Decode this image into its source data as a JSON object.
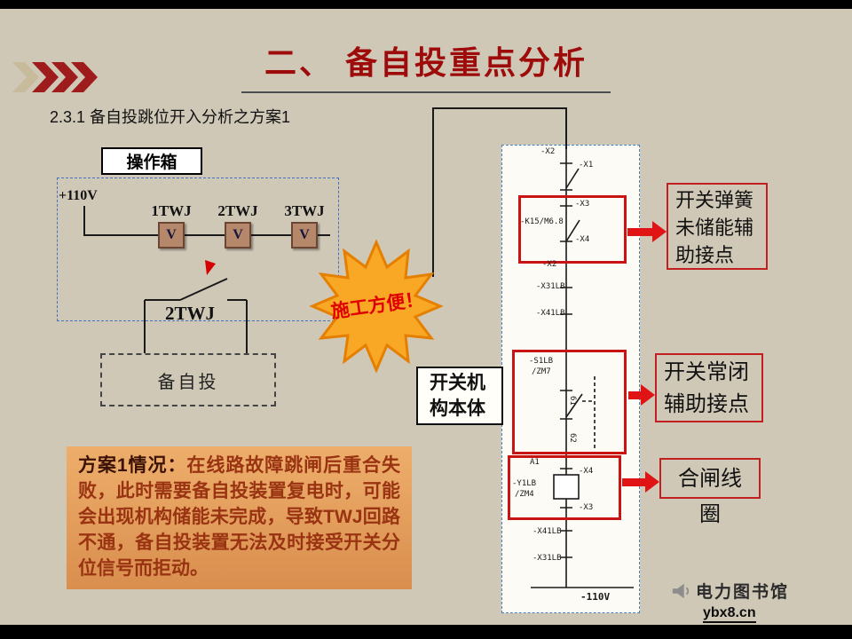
{
  "slide": {
    "title": "二、 备自投重点分析",
    "subtitle": "2.3.1  备自投跳位开入分析之方案1"
  },
  "left_diagram": {
    "box_label": "操作箱",
    "voltage": "+110V",
    "relays": [
      {
        "name": "1TWJ",
        "symbol": "V"
      },
      {
        "name": "2TWJ",
        "symbol": "V"
      },
      {
        "name": "3TWJ",
        "symbol": "V"
      }
    ],
    "switch_label": "2TWJ",
    "backup_label": "备自投"
  },
  "starburst": {
    "text": "施工方便！"
  },
  "mechanism": {
    "label": "开关机构本体"
  },
  "circuit": {
    "labels": [
      "-X2",
      "-X1",
      "-X3",
      "-K15/M6.8",
      "-X4",
      "-X2",
      "-X31LB",
      "-X41LB",
      "-S1LB",
      "/ZM7",
      "61",
      "62",
      "A1",
      "-Y1LB",
      "/ZM4",
      "-X4",
      "-X3",
      "-X41LB",
      "-X31LB"
    ],
    "bottom_label": "-110V"
  },
  "callouts": [
    {
      "text": "开关弹簧未储能辅助接点"
    },
    {
      "text": "开关常闭辅助接点"
    },
    {
      "text": "合闸线圈"
    }
  ],
  "note": {
    "title": "方案1情况：",
    "body": "在线路故障跳闸后重合失败，此时需要备自投装置复电时，可能会出现机构储能未完成，导致TWJ回路不通，备自投装置无法及时接受开关分位信号而拒动。"
  },
  "footer": {
    "brand": "电力图书馆",
    "url": "ybx8.cn"
  },
  "colors": {
    "title_red": "#9e0b0b",
    "highlight_red": "#c91414",
    "starburst_orange": "#f9a825",
    "note_bg": "#e8a25e",
    "slide_bg": "#d0c8b7"
  }
}
